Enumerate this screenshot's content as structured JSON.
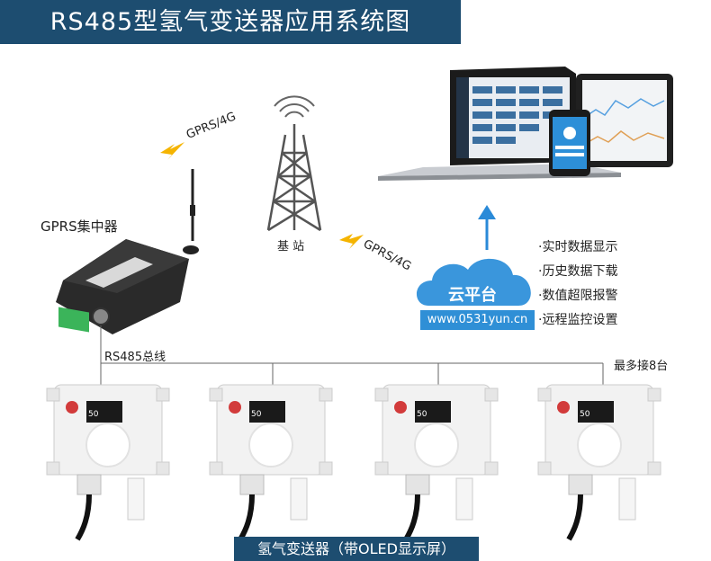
{
  "title": "RS485型氢气变送器应用系统图",
  "concentrator_label": "GPRS集中器",
  "gprs_label_top": "GPRS/4G",
  "gprs_label_right": "GPRS/4G",
  "base_station_label": "基 站",
  "cloud": {
    "label": "云平台",
    "url": "www.0531yun.cn"
  },
  "features": [
    "·实时数据显示",
    "·历史数据下载",
    "·数值超限报警",
    "·远程监控设置"
  ],
  "bus_label": "RS485总线",
  "max_label": "最多接8台",
  "transmitter_caption": "氢气变送器（带OLED显示屏）",
  "transmitter_count": 4,
  "device_display_value": "50",
  "colors": {
    "title_bg": "#1d4d70",
    "cloud": "#3a96dc",
    "lightning": "#f5b400",
    "arrow": "#2a8ad8"
  }
}
